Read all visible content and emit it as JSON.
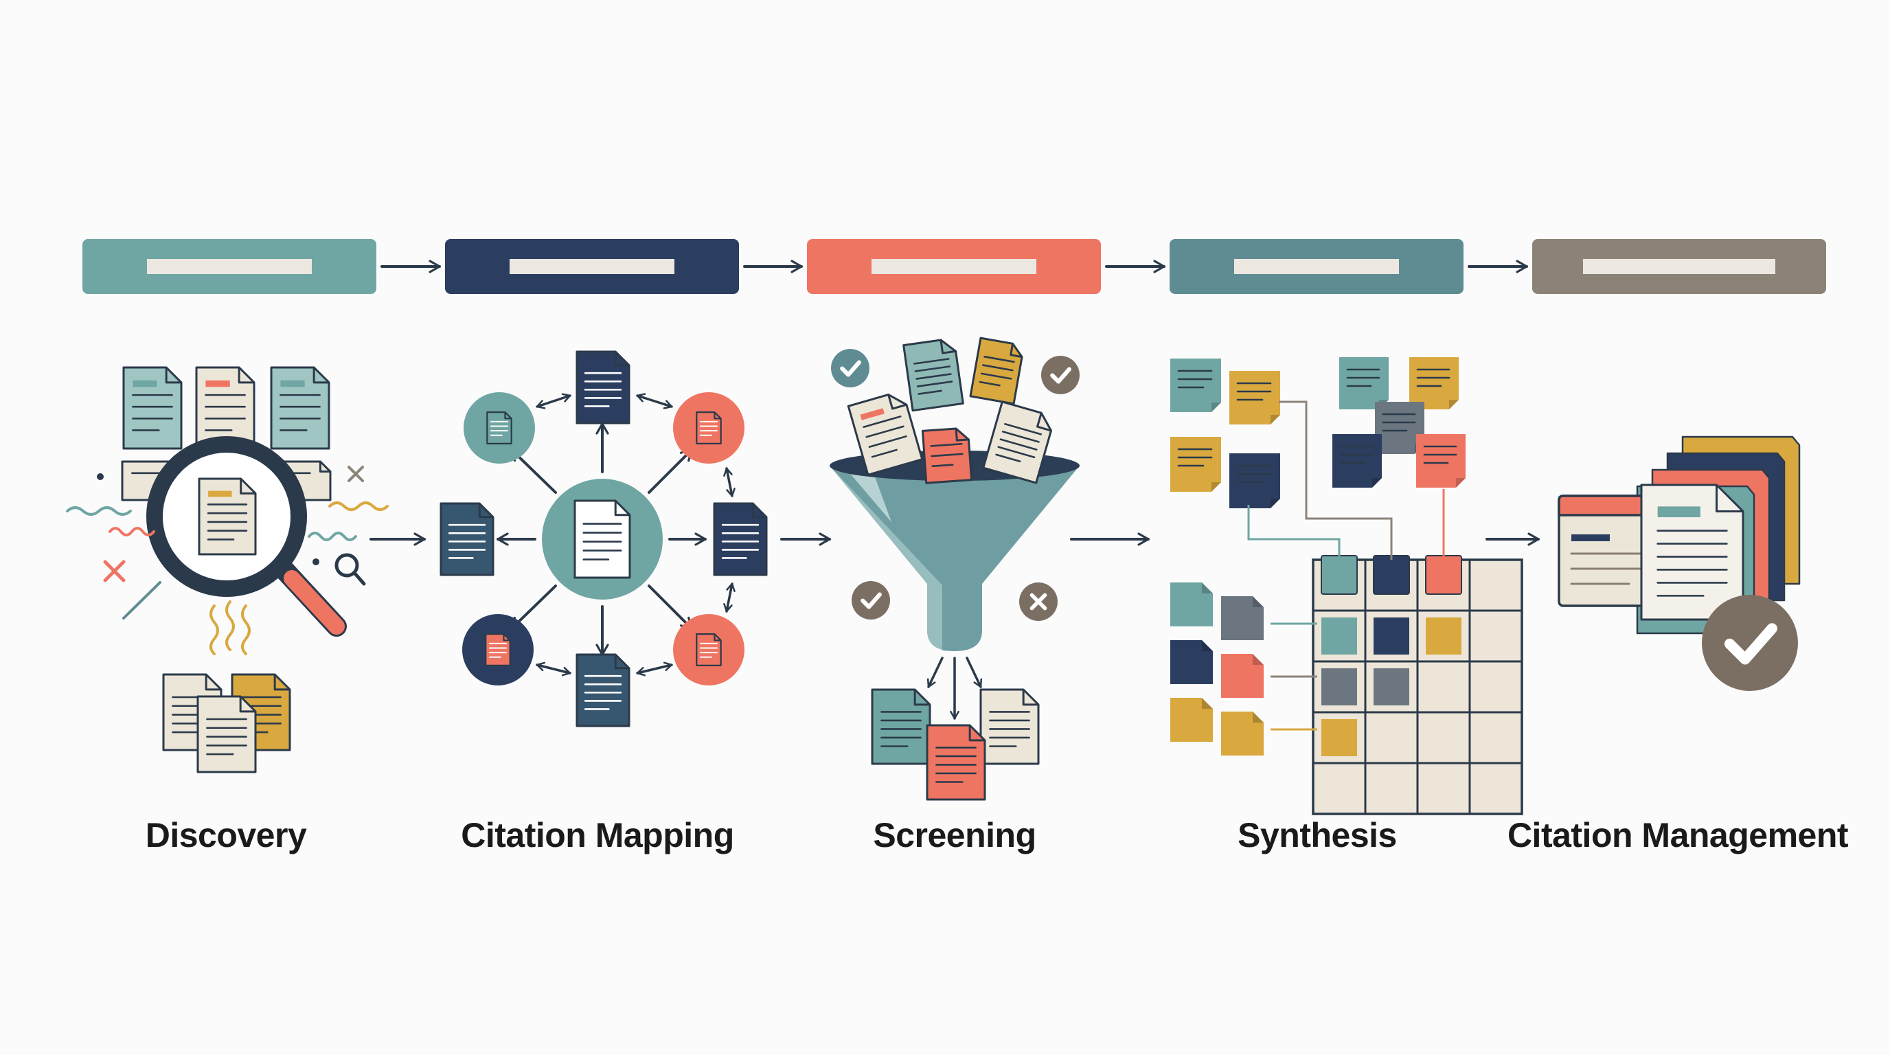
{
  "colors": {
    "teal": "#6fa6a3",
    "navy": "#2c3e60",
    "coral": "#ef7563",
    "slate_teal": "#5f8c92",
    "taupe": "#8c8378",
    "mustard": "#d9a83f",
    "paper": "#ece6d8",
    "gray": "#6b7680",
    "dark": "#283644",
    "check_gray": "#7b6f64"
  },
  "stages": [
    {
      "id": "discovery",
      "label": "Discovery",
      "header_color": "#6fa6a3"
    },
    {
      "id": "citation-mapping",
      "label": "Citation Mapping",
      "header_color": "#2c3e60"
    },
    {
      "id": "screening",
      "label": "Screening",
      "header_color": "#ef7563"
    },
    {
      "id": "synthesis",
      "label": "Synthesis",
      "header_color": "#5f8c92"
    },
    {
      "id": "citation-management",
      "label": "Citation Management",
      "header_color": "#8c8378"
    }
  ],
  "icons": {
    "discovery": [
      "document-icon",
      "magnifying-glass-icon",
      "search-icon",
      "close-icon"
    ],
    "citation_mapping": [
      "network-icon",
      "document-icon",
      "bidirectional-arrow-icon"
    ],
    "screening": [
      "funnel-icon",
      "check-icon",
      "close-icon",
      "document-icon"
    ],
    "synthesis": [
      "sticky-note-icon",
      "matrix-grid-icon"
    ],
    "citation_management": [
      "browser-window-icon",
      "document-stack-icon",
      "check-icon"
    ]
  }
}
